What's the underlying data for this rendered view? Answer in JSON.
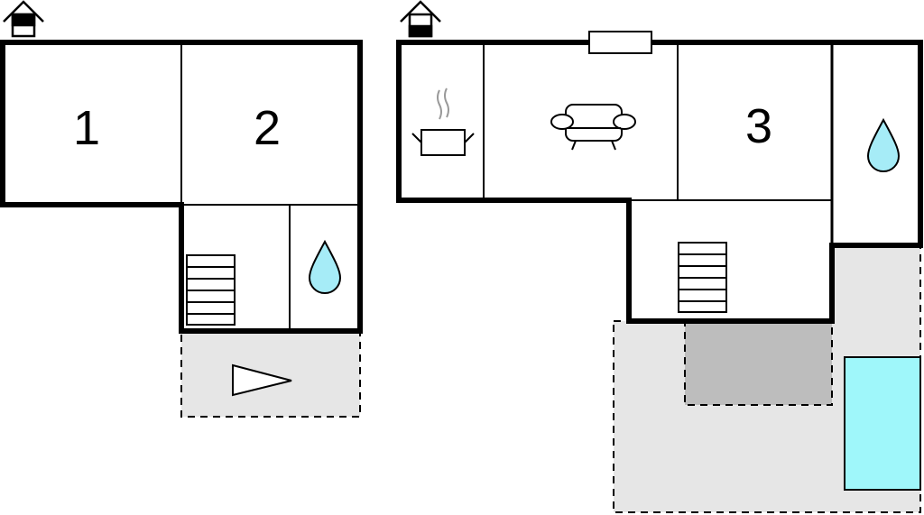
{
  "floors": [
    {
      "name": "upper-floor",
      "rooms": [
        {
          "label": "1"
        },
        {
          "label": "2"
        }
      ]
    },
    {
      "name": "ground-floor",
      "rooms": [
        {
          "label": "3"
        }
      ]
    }
  ],
  "colors": {
    "water": "#a6ecf7",
    "pool": "#9ff7fa",
    "terrace": "#e6e6e6",
    "covered": "#bdbdbd",
    "wall": "#000000"
  }
}
